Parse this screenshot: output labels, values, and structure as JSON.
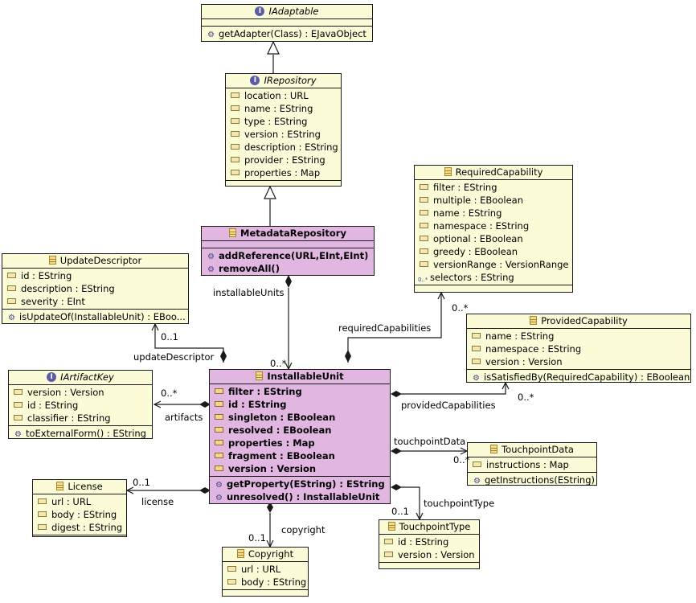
{
  "diagram": {
    "title": "Installable Unit metadata model (UML class diagram)",
    "colors": {
      "class_fill": "#fbfbd8",
      "highlight_fill": "#e1b6e1",
      "line": "#1a1a1a"
    },
    "classes": {
      "iadaptable": {
        "name": "IAdaptable",
        "kind": "interface",
        "attributes": [],
        "operations": [
          "getAdapter(Class) : EJavaObject"
        ]
      },
      "irepository": {
        "name": "IRepository",
        "kind": "interface",
        "attributes": [
          "location : URL",
          "name : EString",
          "type : EString",
          "version : EString",
          "description : EString",
          "provider : EString",
          "properties : Map"
        ],
        "operations": []
      },
      "metadatarepository": {
        "name": "MetadataRepository",
        "kind": "class",
        "highlighted": true,
        "attributes": [],
        "operations": [
          "addReference(URL,EInt,EInt)",
          "removeAll()"
        ]
      },
      "requiredcapability": {
        "name": "RequiredCapability",
        "kind": "class",
        "attributes": [
          "filter : EString",
          "multiple : EBoolean",
          "name : EString",
          "namespace : EString",
          "optional : EBoolean",
          "greedy : EBoolean",
          "versionRange : VersionRange",
          "selectors : EString"
        ],
        "multi_attribute_badge": "0..*",
        "operations": []
      },
      "updatedescriptor": {
        "name": "UpdateDescriptor",
        "kind": "class",
        "attributes": [
          "id : EString",
          "description : EString",
          "severity : EInt"
        ],
        "operations": [
          "isUpdateOf(InstallableUnit) : EBoo..."
        ]
      },
      "providedcapability": {
        "name": "ProvidedCapability",
        "kind": "class",
        "attributes": [
          "name : EString",
          "namespace : EString",
          "version : Version"
        ],
        "operations": [
          "isSatisfiedBy(RequiredCapability) : EBoolean"
        ]
      },
      "iartifactkey": {
        "name": "IArtifactKey",
        "kind": "interface",
        "attributes": [
          "version : Version",
          "id : EString",
          "classifier : EString"
        ],
        "operations": [
          "toExternalForm() : EString"
        ]
      },
      "installableunit": {
        "name": "InstallableUnit",
        "kind": "class",
        "highlighted": true,
        "attributes": [
          "filter : EString",
          "id : EString",
          "singleton : EBoolean",
          "resolved : EBoolean",
          "properties : Map",
          "fragment : EBoolean",
          "version : Version"
        ],
        "operations": [
          "getProperty(EString) : EString",
          "unresolved() : InstallableUnit"
        ]
      },
      "license": {
        "name": "License",
        "kind": "class",
        "attributes": [
          "url : URL",
          "body : EString",
          "digest : EString"
        ],
        "operations": []
      },
      "touchpointdata": {
        "name": "TouchpointData",
        "kind": "class",
        "attributes": [
          "instructions : Map"
        ],
        "operations": [
          "getInstructions(EString)"
        ]
      },
      "touchpointtype": {
        "name": "TouchpointType",
        "kind": "class",
        "attributes": [
          "id : EString",
          "version : Version"
        ],
        "operations": []
      },
      "copyright": {
        "name": "Copyright",
        "kind": "class",
        "attributes": [
          "url : URL",
          "body : EString"
        ],
        "operations": []
      }
    },
    "associations": {
      "installableUnits": {
        "role": "installableUnits",
        "multiplicity": "0..*"
      },
      "updateDescriptor": {
        "role": "updateDescriptor",
        "multiplicity": "0..1"
      },
      "requiredCapabilities": {
        "role": "requiredCapabilities",
        "multiplicity": "0..*"
      },
      "providedCapabilities": {
        "role": "providedCapabilities",
        "multiplicity": "0..*"
      },
      "artifacts": {
        "role": "artifacts",
        "multiplicity": "0..*"
      },
      "license": {
        "role": "license",
        "multiplicity": "0..1"
      },
      "touchpointData": {
        "role": "touchpointData",
        "multiplicity": "0..*"
      },
      "touchpointType": {
        "role": "touchpointType",
        "multiplicity": "0..1"
      },
      "copyright": {
        "role": "copyright",
        "multiplicity": "0..1"
      }
    },
    "icons": {
      "interface": "I",
      "operation": "⚙"
    }
  }
}
